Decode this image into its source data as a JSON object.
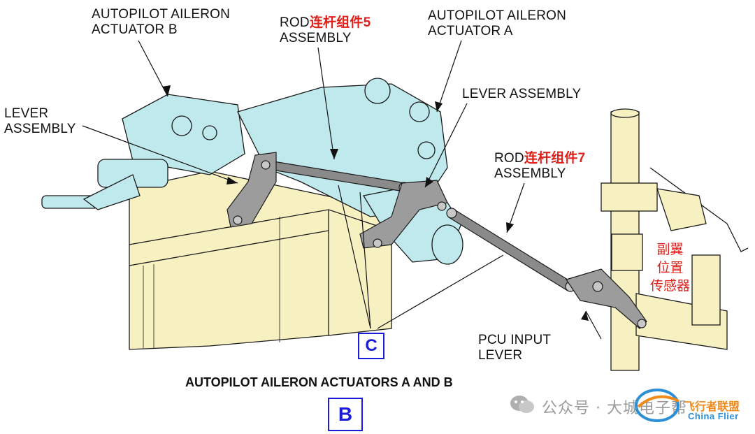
{
  "labels": {
    "actuator_b": [
      "AUTOPILOT AILERON",
      "ACTUATOR B"
    ],
    "actuator_a": [
      "AUTOPILOT AILERON",
      "ACTUATOR A"
    ],
    "rod5": {
      "prefix": "ROD",
      "cn": "连杆组件5",
      "line2": "ASSEMBLY"
    },
    "rod7": {
      "prefix": "ROD",
      "cn": "连杆组件7",
      "line2": "ASSEMBLY"
    },
    "lever_left": [
      "LEVER",
      "ASSEMBLY"
    ],
    "lever_right": "LEVER ASSEMBLY",
    "pcu_input": [
      "PCU INPUT",
      "LEVER"
    ],
    "sensor_note": [
      "副翼",
      "位置",
      "传感器"
    ]
  },
  "callouts": {
    "c": "C",
    "b": "B"
  },
  "caption": "AUTOPILOT AILERON ACTUATORS A AND B",
  "watermark": {
    "text": "公众号 · 大城电子帮",
    "brand_cn": "飞行者联盟",
    "brand_en": "China Flier"
  },
  "colors": {
    "actuator": "#bfe9ec",
    "structure": "#f7f1c2",
    "outline": "#1a1a1a",
    "rod": "#8a8a8a",
    "red": "#e0201a",
    "blue": "#1c1cd8"
  }
}
